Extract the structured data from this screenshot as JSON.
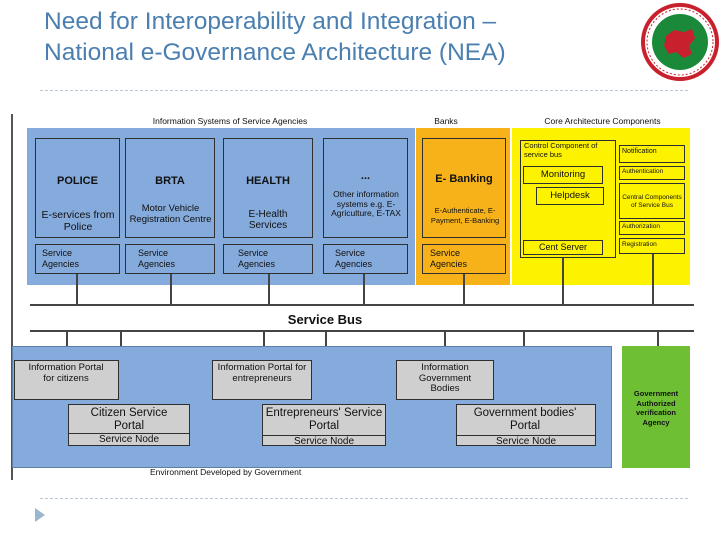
{
  "slide": {
    "title_line1": "Need for Interoperability and Integration –",
    "title_line2": "National e-Governance Architecture (NEA)"
  },
  "diagram": {
    "info_systems_header": "Information Systems of Service Agencies",
    "banks_header": "Banks",
    "core_header": "Core Architecture Components",
    "agencies": [
      {
        "name": "POLICE",
        "desc": "E-services from Police",
        "footer": "Service Agencies"
      },
      {
        "name": "BRTA",
        "desc": "Motor Vehicle Registration Centre",
        "footer": "Service Agencies"
      },
      {
        "name": "HEALTH",
        "desc": "E-Health Services",
        "footer": "Service Agencies"
      },
      {
        "name": "...",
        "desc": "Other information systems e.g. E-Agriculture, E-TAX",
        "footer": "Service Agencies"
      }
    ],
    "bank": {
      "name": "E- Banking",
      "desc": "E-Authenticate, E-Payment, E-Banking",
      "footer": "Service Agencies"
    },
    "core": {
      "control": "Control Component of service bus",
      "monitoring": "Monitoring",
      "helpdesk": "Helpdesk",
      "cent_server": "Cent Server",
      "notification": "Notification",
      "authentication": "Authentication",
      "control_components": "Central Components of Service Bus",
      "authorization": "Authorization",
      "registration": "Registration"
    },
    "service_bus": "Service Bus",
    "portals": [
      {
        "info": "Information Portal for citizens",
        "portal": "Citizen Service Portal",
        "node": "Service Node"
      },
      {
        "info": "Information Portal for entrepreneurs",
        "portal": "Entrepreneurs' Service Portal",
        "node": "Service Node"
      },
      {
        "info": "Information Government Bodies",
        "portal": "Government bodies' Portal",
        "node": "Service Node"
      }
    ],
    "gov_agency": "Government Authorized verification Agency",
    "env_label": "Environment Developed by Government",
    "colors": {
      "blue": "#85aadc",
      "orange": "#f7b21a",
      "yellow": "#fdf200",
      "green": "#6fbf35",
      "grey": "#cfcfcf",
      "title": "#4a7fb0"
    }
  }
}
